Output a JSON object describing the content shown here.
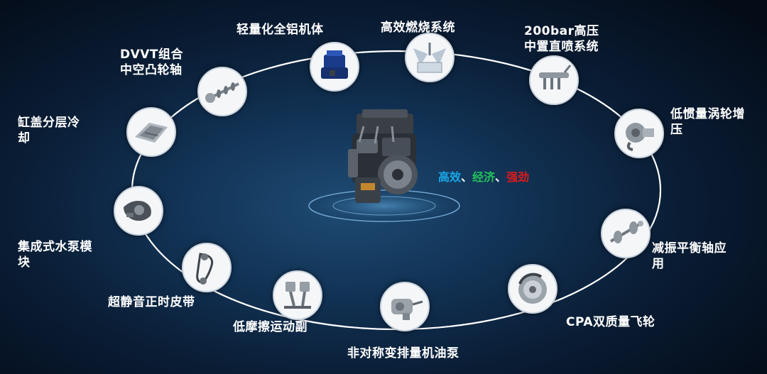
{
  "tagline": {
    "parts": [
      "高效",
      "、",
      "经济",
      "、",
      "强劲"
    ],
    "colors": [
      "#19a8e8",
      "#ffffff",
      "#22c45a",
      "#ffffff",
      "#e01a1a"
    ]
  },
  "features": [
    {
      "label": "轻量化全铝机体",
      "icon": "engine-block-icon"
    },
    {
      "label": "高效燃烧系统",
      "icon": "combustion-chamber-icon"
    },
    {
      "label": "200bar高压\n中置直喷系统",
      "icon": "fuel-injector-rail-icon"
    },
    {
      "label": "低惯量涡轮增\n压",
      "icon": "turbocharger-icon"
    },
    {
      "label": "减振平衡轴应\n用",
      "icon": "balance-shaft-icon"
    },
    {
      "label": "CPA双质量飞轮",
      "icon": "flywheel-icon"
    },
    {
      "label": "非对称变排量机油泵",
      "icon": "oil-pump-icon"
    },
    {
      "label": "低摩擦运动副",
      "icon": "piston-rod-icon"
    },
    {
      "label": "超静音正时皮带",
      "icon": "timing-belt-icon"
    },
    {
      "label": "集成式水泵模\n块",
      "icon": "water-pump-icon"
    },
    {
      "label": "缸盖分层冷\n却",
      "icon": "cylinder-head-icon"
    },
    {
      "label": "DVVT组合\n中空凸轮轴",
      "icon": "camshaft-icon"
    }
  ]
}
